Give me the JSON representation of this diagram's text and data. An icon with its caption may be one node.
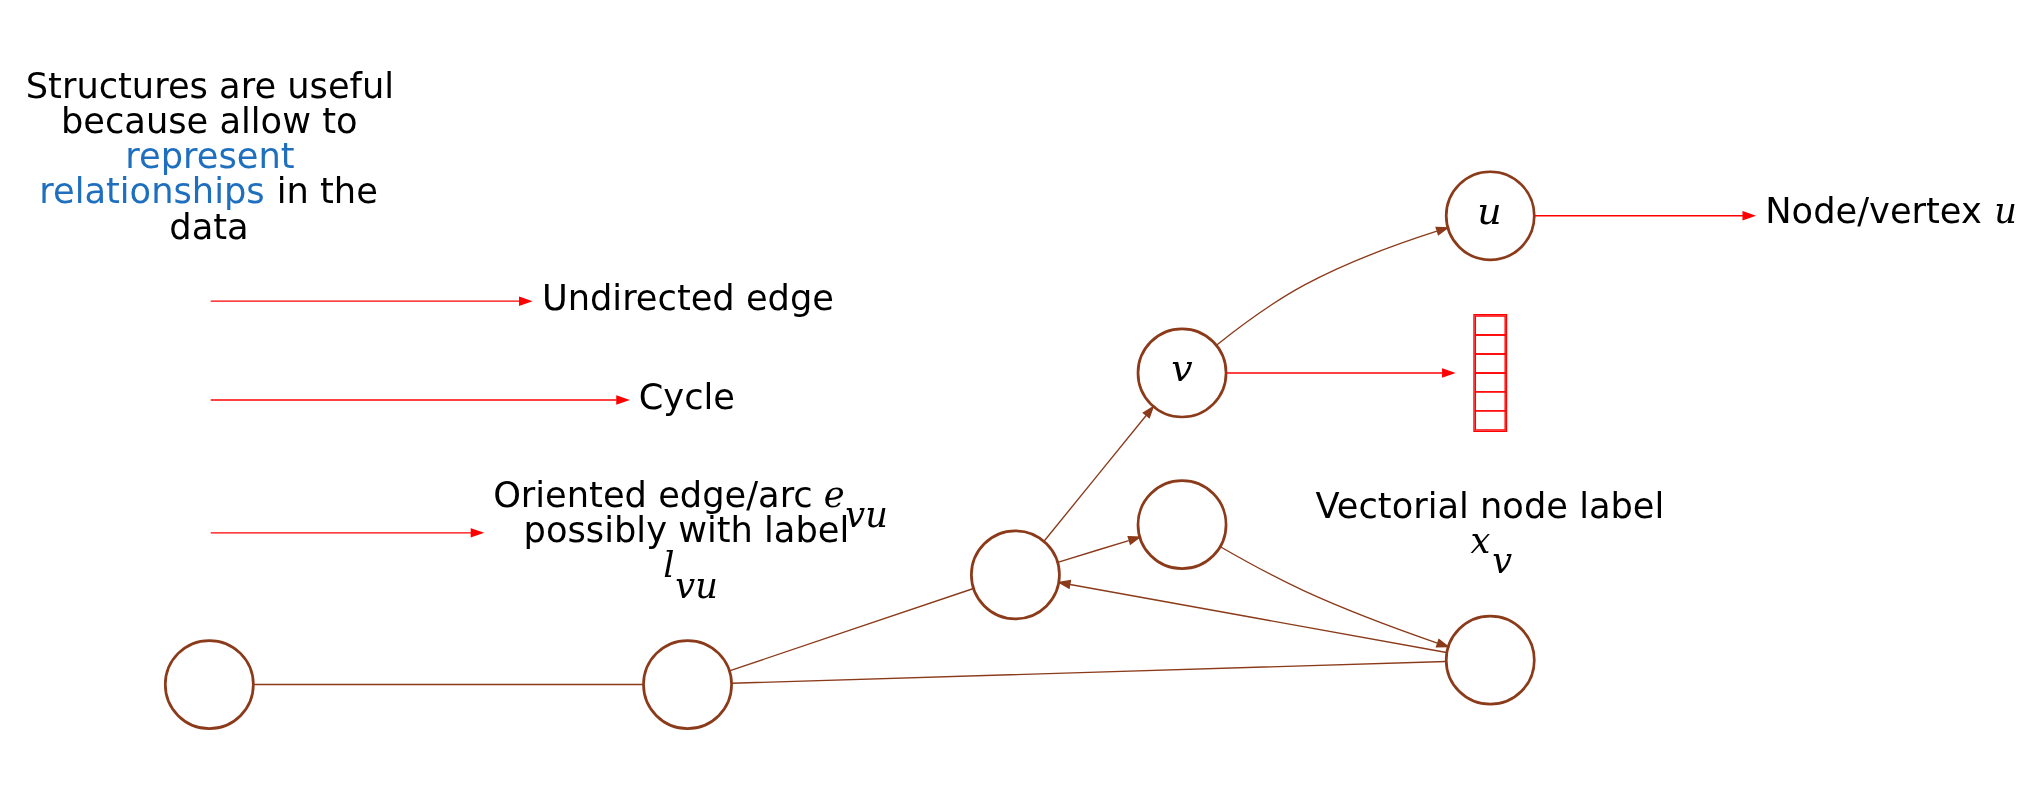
{
  "diagram": {
    "nodes": [
      {
        "text": [
          "*v*"
        ]
      },
      {
        "text": [
          "*u*"
        ]
      },
      {
        "text": [],
        "shape": "circle"
      },
      {
        "text": [],
        "shape": "circle"
      },
      {
        "text": [],
        "shape": "circle"
      },
      {
        "text": [],
        "shape": "circle"
      },
      {
        "text": [],
        "shape": "circle"
      },
      {
        "text": [],
        "shape": "bar",
        "beside": [
          "Vectorial node label *x*$_{v}$"
        ]
      },
      {
        "text": [
          "Oriented edge/arc *e*$_{vu}$ possibly with label *l*$_{vu}$"
        ]
      },
      {
        "text": [
          "Node/vertex *u*"
        ]
      },
      {
        "text": [
          "Cycle"
        ]
      },
      {
        "text": [
          "Undirected edge"
        ]
      }
    ],
    "edges": [
      {
        "from": 0,
        "to": 1,
        "arrow": "to"
      },
      {
        "from": 3,
        "to": 0,
        "arrow": "to"
      },
      {
        "from": 3,
        "to": 2,
        "arrow": "to"
      },
      {
        "from": 2,
        "to": 5,
        "arrow": "to"
      },
      {
        "from": 5,
        "to": 3,
        "arrow": "to"
      },
      {
        "from": 6,
        "to": 3,
        "arrow": "none"
      },
      {
        "from": 4,
        "to": 6,
        "arrow": "none"
      },
      {
        "from": 6,
        "to": 5,
        "arrow": "none"
      },
      {
        "from": null,
        "to": 8,
        "arrow": "to",
        "color": "#ff0000"
      },
      {
        "from": 0,
        "to": 7,
        "arrow": "to",
        "color": "#ff0000"
      },
      {
        "from": 1,
        "to": 9,
        "arrow": "to",
        "color": "#ff0000"
      },
      {
        "from": null,
        "to": 10,
        "arrow": "to",
        "color": "#ff0000"
      },
      {
        "from": null,
        "to": 11,
        "arrow": "to",
        "color": "#ff0000"
      }
    ],
    "labels": [
      "Structures are useful because allow to **represent relationships** in the data"
    ]
  }
}
